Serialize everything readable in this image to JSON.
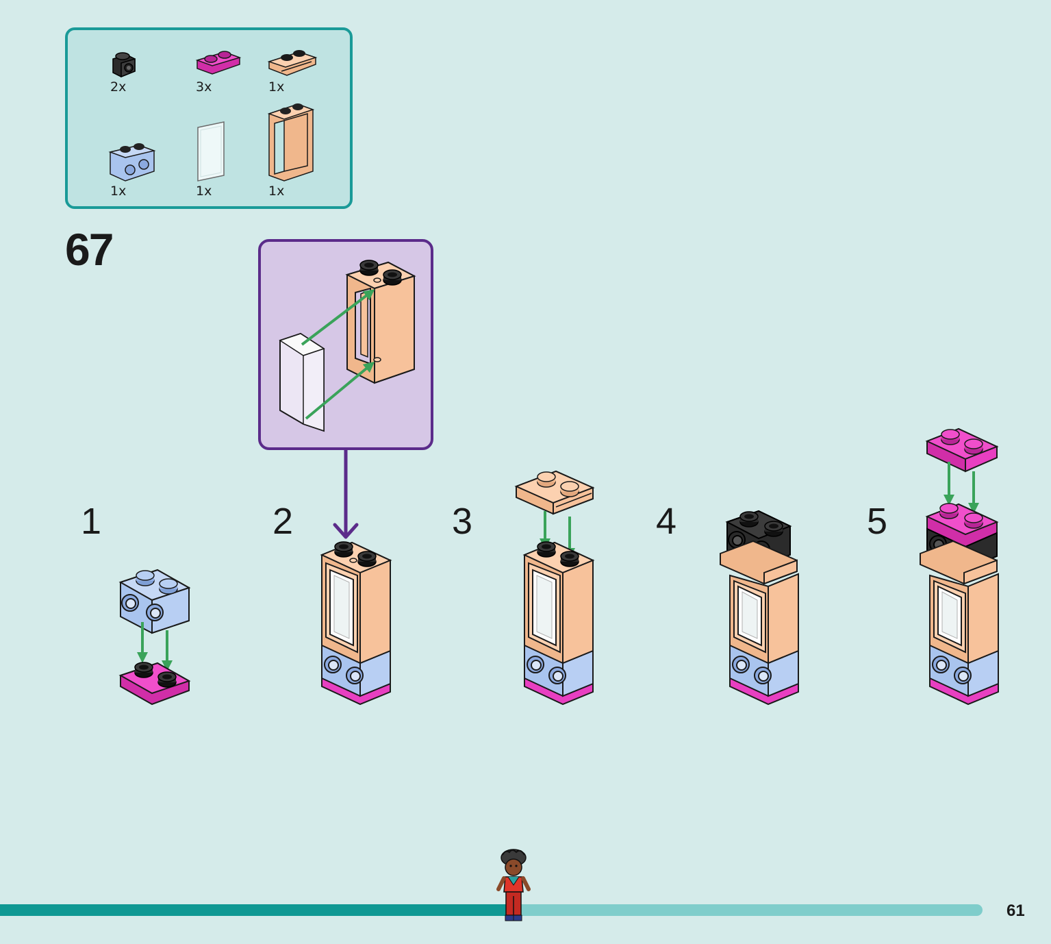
{
  "parts_list": {
    "items": [
      {
        "quantity": "2x",
        "piece": "black-1x1-brick-with-side-stud",
        "color": "#2b2b2b"
      },
      {
        "quantity": "3x",
        "piece": "magenta-1x2-plate",
        "color": "#e83fc1"
      },
      {
        "quantity": "1x",
        "piece": "peach-1x2-plate-with-rail",
        "color": "#fcc9a1"
      },
      {
        "quantity": "1x",
        "piece": "light-blue-1x2-brick-with-side-studs",
        "color": "#a9c4ee"
      },
      {
        "quantity": "1x",
        "piece": "clear-window-glass",
        "color": "#eef8f8"
      },
      {
        "quantity": "1x",
        "piece": "peach-window-frame",
        "color": "#fcc9a1"
      }
    ]
  },
  "step": {
    "number": "67"
  },
  "sub_steps": [
    {
      "label": "1"
    },
    {
      "label": "2"
    },
    {
      "label": "3"
    },
    {
      "label": "4"
    },
    {
      "label": "5"
    }
  ],
  "colors": {
    "background": "#d5ebea",
    "parts_box_border": "#1a9a98",
    "callout_border": "#5b2b8a",
    "callout_fill": "#d6c7e6",
    "arrow_green": "#3aa35a",
    "progress_done": "#0f9893",
    "progress_track": "#7fcdcb"
  },
  "progress": {
    "fraction": 0.52
  },
  "page": {
    "number": "61"
  }
}
